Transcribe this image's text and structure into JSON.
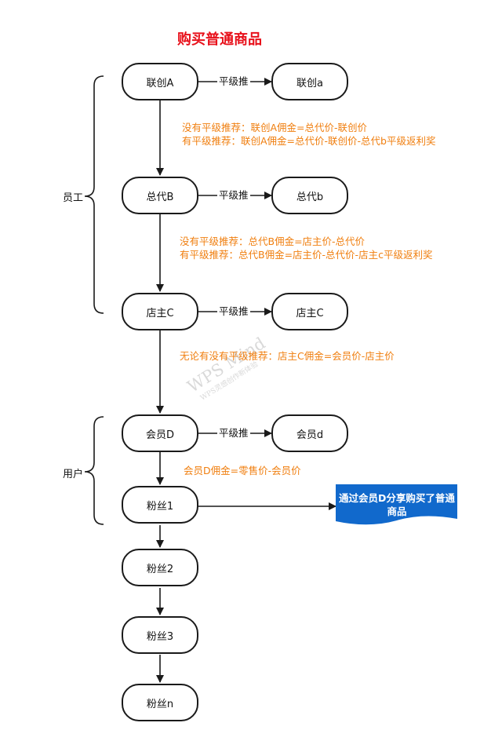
{
  "title": "购买普通商品",
  "groups": {
    "staff": "员工",
    "users": "用户"
  },
  "nodes": {
    "lianchuang_A": "联创A",
    "lianchuang_a": "联创a",
    "zongdai_B": "总代B",
    "zongdai_b": "总代b",
    "dianzhu_C": "店主C",
    "dianzhu_C2": "店主C",
    "huiyuan_D": "会员D",
    "huiyuan_d": "会员d",
    "fans_1": "粉丝1",
    "fans_2": "粉丝2",
    "fans_3": "粉丝3",
    "fans_n": "粉丝n"
  },
  "edge_labels": {
    "a": "平级推",
    "b": "平级推",
    "c": "平级推",
    "d": "平级推"
  },
  "notes": {
    "a1": "没有平级推荐：联创A佣金=总代价-联创价",
    "a2": "有平级推荐：联创A佣金=总代价-联创价-总代b平级返利奖",
    "b1": "没有平级推荐：总代B佣金=店主价-总代价",
    "b2": "有平级推荐：总代B佣金=店主价-总代价-店主c平级返利奖",
    "c1": "无论有没有平级推荐：店主C佣金=会员价-店主价",
    "d1": "会员D佣金=零售价-会员价"
  },
  "document": "通过会员D分享购买了普通商品",
  "watermark": {
    "line1": "WPS Mind",
    "line2": "WPS灵感创作新体验"
  },
  "colors": {
    "title": "#e8111b",
    "note": "#f07f10",
    "document": "#1169cc"
  }
}
